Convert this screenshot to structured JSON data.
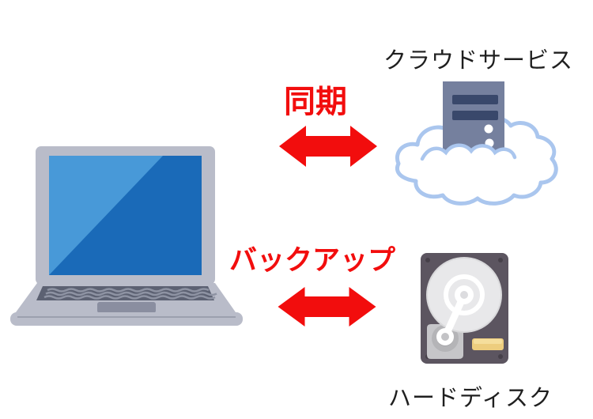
{
  "diagram": {
    "nodes": {
      "laptop": {
        "icon": "laptop-icon"
      },
      "cloud_service": {
        "label": "クラウドサービス",
        "icon": "cloud-server-icon"
      },
      "hard_disk": {
        "label": "ハードディスク",
        "icon": "hard-disk-icon"
      }
    },
    "connections": [
      {
        "from": "laptop",
        "to": "cloud_service",
        "label": "同期",
        "arrow": "double-headed",
        "color": "#f20d0d"
      },
      {
        "from": "laptop",
        "to": "hard_disk",
        "label": "バックアップ",
        "arrow": "double-headed",
        "color": "#f20d0d"
      }
    ],
    "colors": {
      "background": "#ffffff",
      "arrow_red": "#f20d0d",
      "label_text": "#1f1f1f",
      "cloud_outline": "#aac6ee",
      "cloud_fill": "#ffffff",
      "server_body": "#75809e",
      "server_slot": "#39486b",
      "laptop_body": "#b9bcc9",
      "screen_dark_blue": "#1a6ab8",
      "screen_light_blue": "#4899d8",
      "keyboard_dark": "#5c6172",
      "hdd_body": "#5c5560",
      "hdd_platter": "#e8e8ea",
      "hdd_sticker": "#edcd7e"
    }
  }
}
